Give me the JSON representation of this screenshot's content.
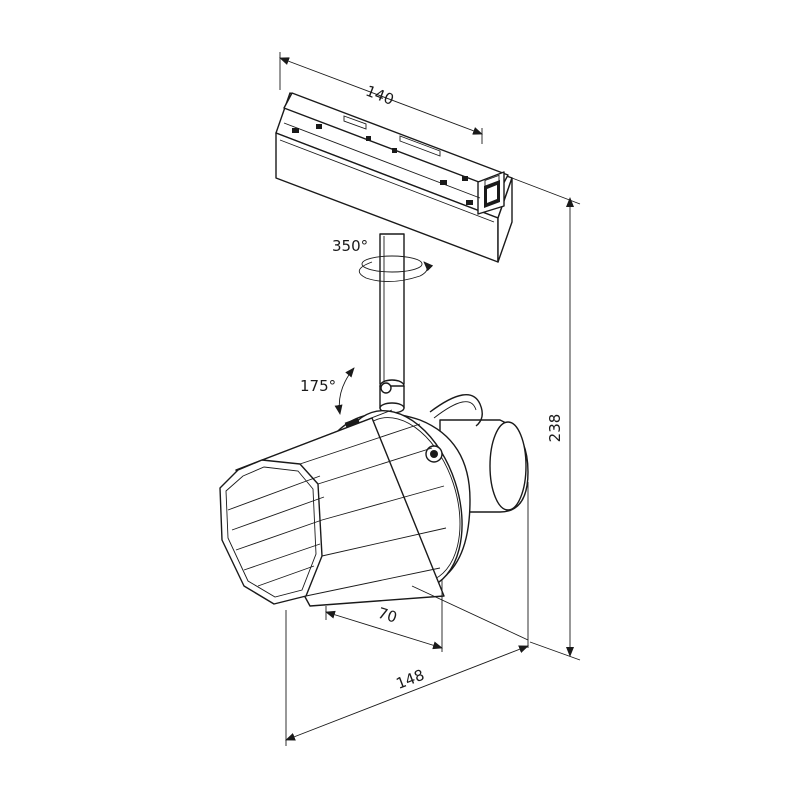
{
  "dimensions": {
    "width_top": "140",
    "height": "238",
    "depth": "148",
    "head_length": "70"
  },
  "angles": {
    "rotation": "350°",
    "tilt": "175°"
  },
  "colors": {
    "line": "#1a1a1a",
    "background": "#ffffff"
  }
}
